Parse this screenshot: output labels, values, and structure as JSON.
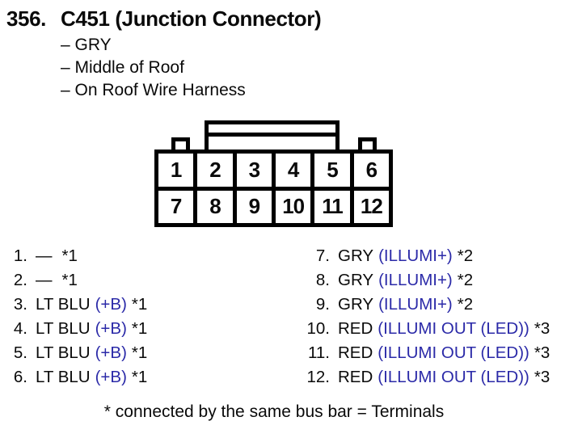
{
  "page": {
    "item_number": "356.",
    "title": "C451 (Junction Connector)",
    "details": [
      "– GRY",
      "– Middle of Roof",
      "– On Roof Wire Harness"
    ],
    "footnote": "* connected by the same bus bar = Terminals"
  },
  "connector": {
    "cells": [
      "1",
      "2",
      "3",
      "4",
      "5",
      "6",
      "7",
      "8",
      "9",
      "10",
      "11",
      "12"
    ]
  },
  "pins": {
    "left": [
      {
        "num": "1.",
        "wire": "—",
        "signal": "",
        "note": "*1"
      },
      {
        "num": "2.",
        "wire": "—",
        "signal": "",
        "note": "*1"
      },
      {
        "num": "3.",
        "wire": "LT BLU",
        "signal": "(+B)",
        "note": "*1"
      },
      {
        "num": "4.",
        "wire": "LT BLU",
        "signal": "(+B)",
        "note": "*1"
      },
      {
        "num": "5.",
        "wire": "LT BLU",
        "signal": "(+B)",
        "note": "*1"
      },
      {
        "num": "6.",
        "wire": "LT BLU",
        "signal": "(+B)",
        "note": "*1"
      }
    ],
    "right": [
      {
        "num": "7.",
        "wire": "GRY",
        "signal": "(ILLUMI+)",
        "note": "*2"
      },
      {
        "num": "8.",
        "wire": "GRY",
        "signal": "(ILLUMI+)",
        "note": "*2"
      },
      {
        "num": "9.",
        "wire": "GRY",
        "signal": "(ILLUMI+)",
        "note": "*2"
      },
      {
        "num": "10.",
        "wire": "RED",
        "signal": "(ILLUMI OUT (LED))",
        "note": "*3"
      },
      {
        "num": "11.",
        "wire": "RED",
        "signal": "(ILLUMI OUT (LED))",
        "note": "*3"
      },
      {
        "num": "12.",
        "wire": "RED",
        "signal": "(ILLUMI OUT (LED))",
        "note": "*3"
      }
    ]
  },
  "colors": {
    "signal_blue": "#2b2aa8",
    "ink": "#0a0a0a"
  }
}
